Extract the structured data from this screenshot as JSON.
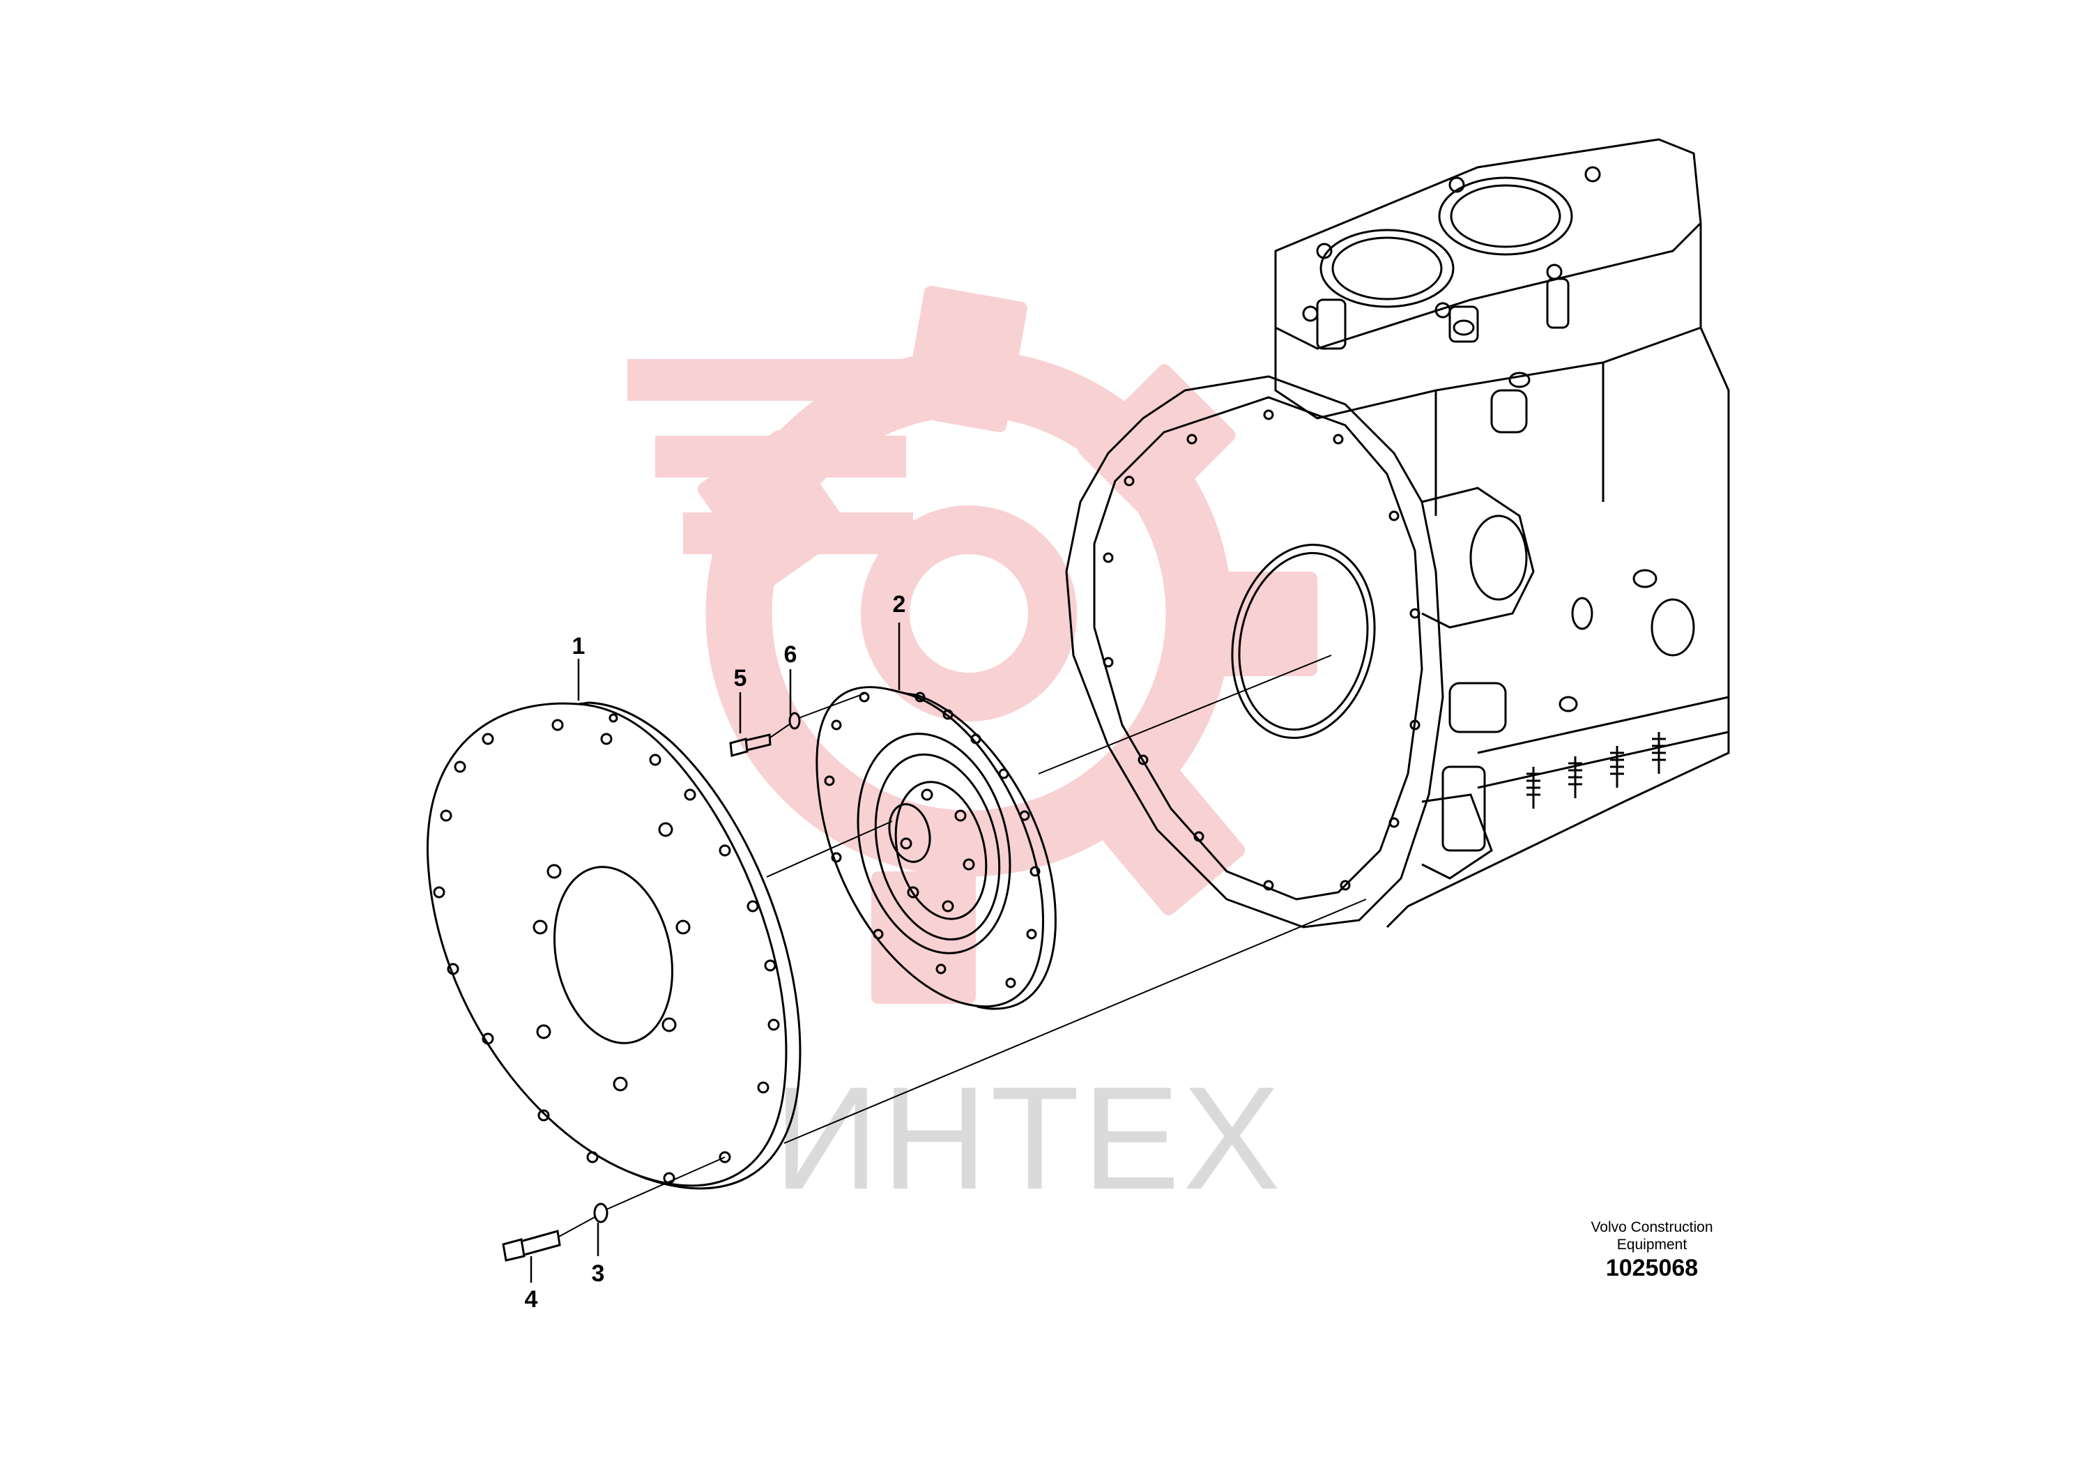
{
  "watermark": {
    "text": "ИНТЕХ",
    "gear_color": "#f7c9cc",
    "text_color": "#dadada"
  },
  "callouts": [
    {
      "id": "1",
      "label": "1"
    },
    {
      "id": "2",
      "label": "2"
    },
    {
      "id": "3",
      "label": "3"
    },
    {
      "id": "4",
      "label": "4"
    },
    {
      "id": "5",
      "label": "5"
    },
    {
      "id": "6",
      "label": "6"
    }
  ],
  "footer": {
    "maker_line1": "Volvo Construction",
    "maker_line2": "Equipment",
    "drawing_number": "1025068"
  }
}
